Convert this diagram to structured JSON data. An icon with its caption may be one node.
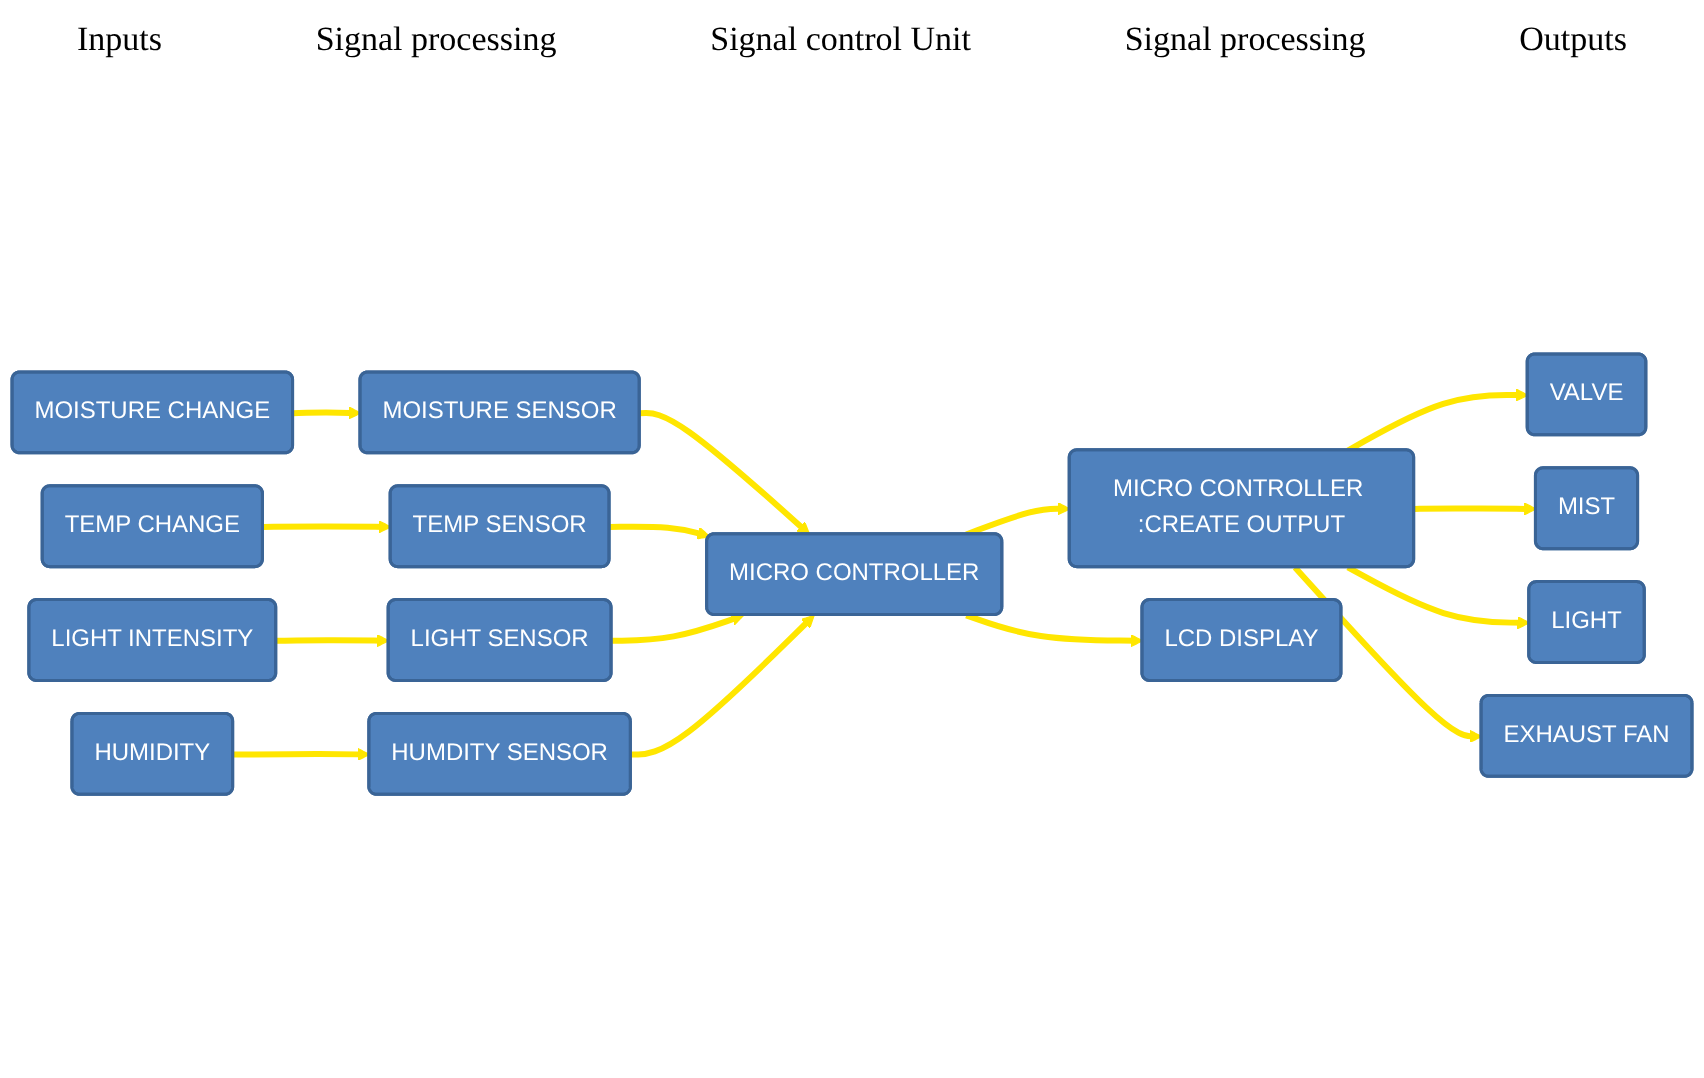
{
  "diagram": {
    "nodes": [
      {
        "text": [
          "MOISTURE CHANGE"
        ]
      },
      {
        "text": [
          "MOISTURE SENSOR"
        ]
      },
      {
        "text": [
          "TEMP CHANGE"
        ]
      },
      {
        "text": [
          "TEMP SENSOR"
        ]
      },
      {
        "text": [
          "LIGHT INTENSITY"
        ]
      },
      {
        "text": [
          "LIGHT SENSOR"
        ]
      },
      {
        "text": [
          "HUMIDITY"
        ]
      },
      {
        "text": [
          "HUMDITY SENSOR"
        ]
      },
      {
        "text": [
          "MICRO CONTROLLER"
        ]
      },
      {
        "text": [
          "MICRO CONTROLLER :CREATE OUTPUT"
        ]
      },
      {
        "text": [
          "LCD DISPLAY"
        ]
      },
      {
        "text": [
          "VALVE"
        ]
      },
      {
        "text": [
          "MIST"
        ]
      },
      {
        "text": [
          "LIGHT"
        ]
      },
      {
        "text": [
          "EXHAUST FAN"
        ]
      }
    ],
    "edges": [
      {
        "from": 0,
        "to": 1,
        "arrow": "to"
      },
      {
        "from": 2,
        "to": 3,
        "arrow": "to"
      },
      {
        "from": 4,
        "to": 5,
        "arrow": "to"
      },
      {
        "from": 6,
        "to": 7,
        "arrow": "to"
      },
      {
        "from": 1,
        "to": 8,
        "arrow": "to"
      },
      {
        "from": 3,
        "to": 8,
        "arrow": "to"
      },
      {
        "from": 5,
        "to": 8,
        "arrow": "to"
      },
      {
        "from": 7,
        "to": 8,
        "arrow": "to"
      },
      {
        "from": 8,
        "to": 9,
        "arrow": "to"
      },
      {
        "from": 8,
        "to": 10,
        "arrow": "to"
      },
      {
        "from": 9,
        "to": 11,
        "arrow": "to"
      },
      {
        "from": 9,
        "to": 12,
        "arrow": "to"
      },
      {
        "from": 9,
        "to": 13,
        "arrow": "to"
      },
      {
        "from": 9,
        "to": 14,
        "arrow": "to"
      }
    ],
    "labels": [
      "Inputs",
      "Signal processing",
      "Signal control Unit",
      "Signal processing",
      "Outputs"
    ]
  }
}
